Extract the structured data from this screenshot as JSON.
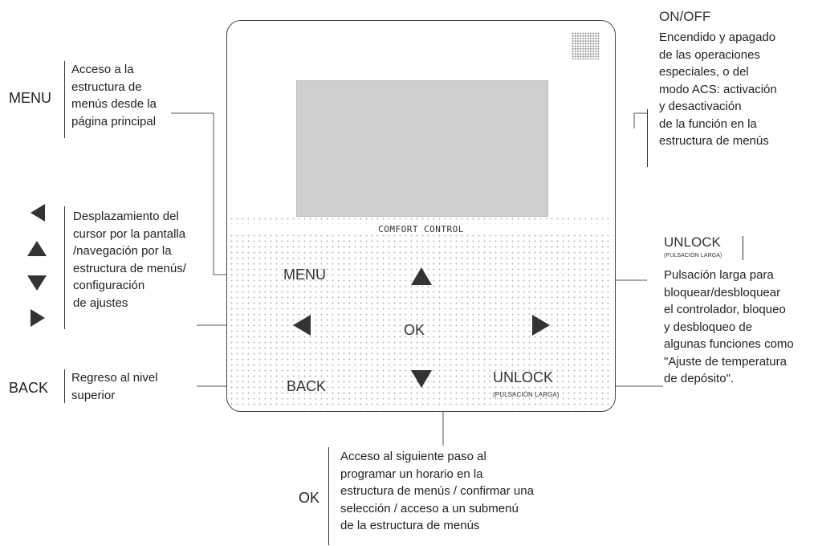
{
  "device": {
    "brand": "COMFORT CONTROL",
    "menu_label": "MENU",
    "ok_label": "OK",
    "back_label": "BACK",
    "unlock_label": "UNLOCK",
    "unlock_sub": "(PULSACIÓN LARGA)"
  },
  "callouts": {
    "menu": {
      "key": "MENU",
      "lines": [
        "Acceso a la",
        "estructura de",
        "menús desde la",
        "página principal"
      ]
    },
    "arrows": {
      "lines": [
        "Desplazamiento del",
        "cursor por la pantalla",
        "/navegación por la",
        "estructura de menús/",
        "configuración",
        "de ajustes"
      ]
    },
    "back": {
      "key": "BACK",
      "lines": [
        "Regreso al nivel",
        "superior"
      ]
    },
    "onoff": {
      "key": "ON/OFF",
      "lines": [
        "Encendido y apagado",
        "de las operaciones",
        "especiales, o del",
        "modo ACS: activación",
        "y desactivación",
        "de la función en la",
        "estructura de menús"
      ]
    },
    "unlock": {
      "key": "UNLOCK",
      "sub": "(PULSACIÓN LARGA)",
      "lines": [
        "Pulsación larga para",
        "bloquear/desbloquear",
        "el controlador, bloqueo",
        "y desbloqueo de",
        "algunas funciones como",
        "\"Ajuste de temperatura",
        "de depósito\"."
      ]
    },
    "ok": {
      "key": "OK",
      "lines": [
        "Acceso al siguiente paso al",
        "programar un horario en la",
        "estructura de menús / confirmar una",
        "selección / acceso a un submenú",
        "de la estructura de menús"
      ]
    }
  },
  "colors": {
    "arrow": "#333333",
    "screen": "#cfcfcf",
    "dots": "#b7b7b7"
  },
  "icons": [
    "left-arrow-icon",
    "up-arrow-icon",
    "down-arrow-icon",
    "right-arrow-icon",
    "speaker-grille-icon"
  ]
}
